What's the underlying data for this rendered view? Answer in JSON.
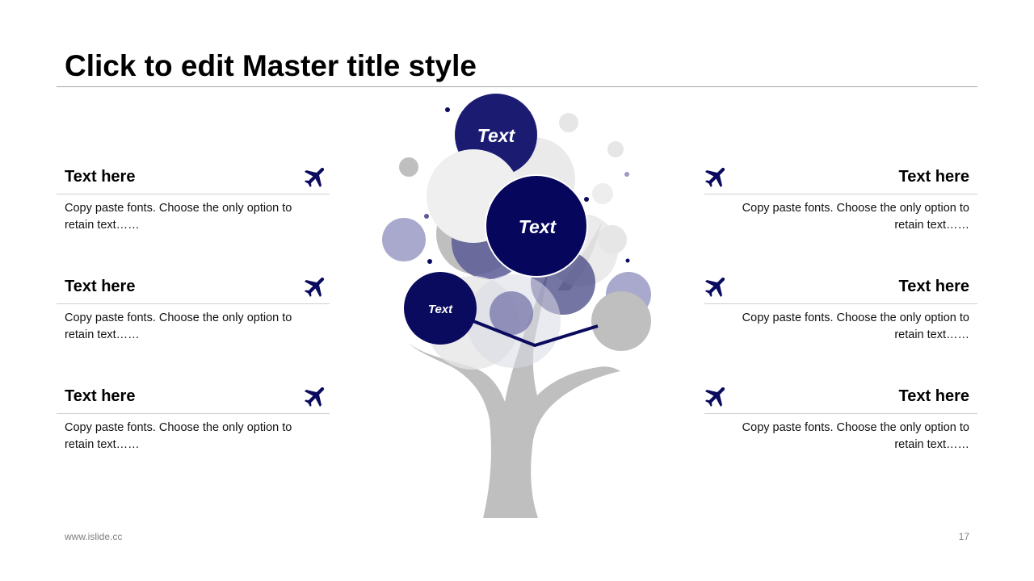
{
  "title": "Click to edit Master title style",
  "items_left": [
    {
      "heading": "Text here",
      "body": "Copy paste fonts. Choose the only option to retain text……"
    },
    {
      "heading": "Text here",
      "body": "Copy paste fonts. Choose the only option to retain text……"
    },
    {
      "heading": "Text here",
      "body": "Copy paste fonts. Choose the only option to retain text……"
    }
  ],
  "items_right": [
    {
      "heading": "Text here",
      "body": "Copy paste fonts. Choose the only option to retain text……"
    },
    {
      "heading": "Text here",
      "body": "Copy paste fonts. Choose the only option to retain text……"
    },
    {
      "heading": "Text here",
      "body": "Copy paste fonts. Choose the only option to retain text……"
    }
  ],
  "tree": {
    "bubble_top": "Text",
    "bubble_middle": "Text",
    "bubble_left": "Text"
  },
  "footer": {
    "url": "www.islide.cc",
    "page": "17"
  },
  "icons": {
    "item_icon": "airplane-icon"
  },
  "colors": {
    "navy": "#0a0a5e",
    "grey": "#bfbfbf",
    "light_grey": "#e6e6e6",
    "lavender": "#9a9ac4"
  }
}
